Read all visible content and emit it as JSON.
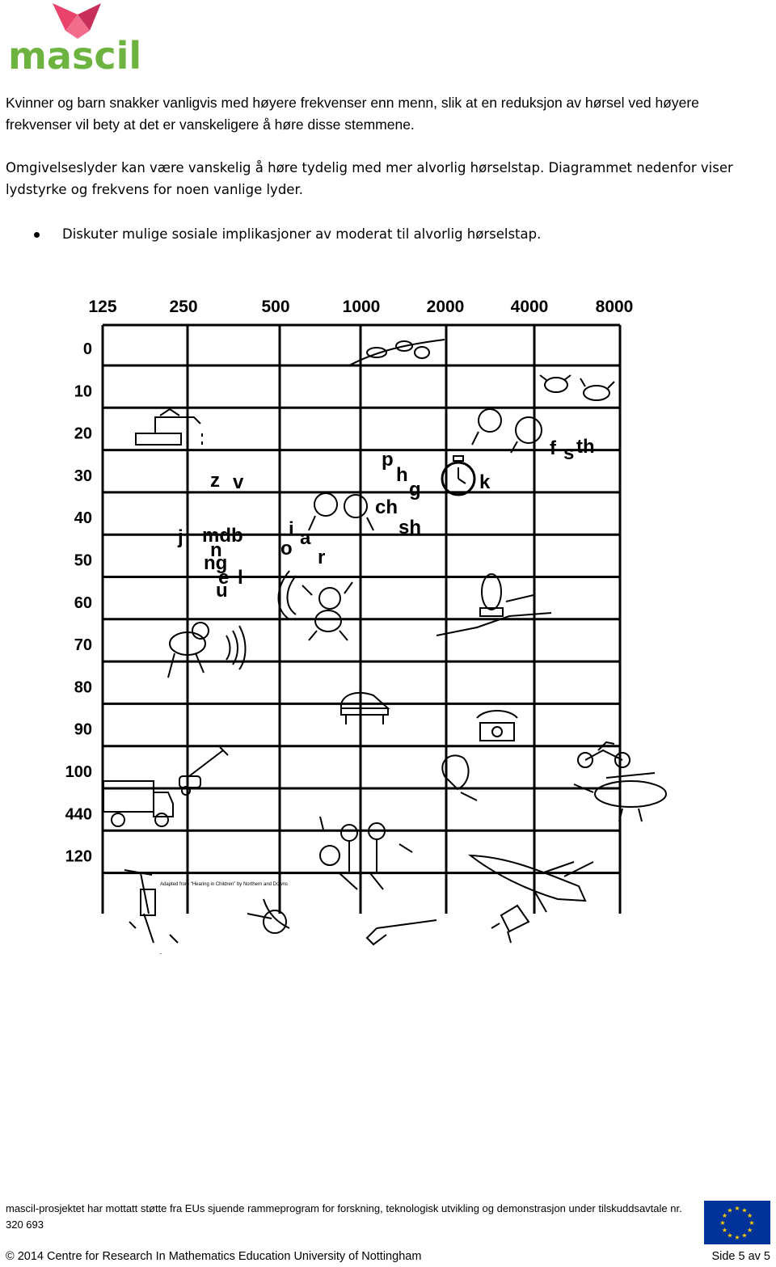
{
  "logo": {
    "text": "mascil",
    "brand_color": "#6cb33f",
    "mark_color": "#e9426b"
  },
  "intro": {
    "paragraph_1": "Kvinner og barn snakker vanligvis med høyere frekvenser enn menn, slik at en reduksjon av hørsel ved høyere frekvenser vil bety at det er vanskeligere å høre disse stemmene.",
    "paragraph_2": "Omgivelseslyder kan være vanskelig å høre tydelig med mer alvorlig hørselstap. Diagrammet nedenfor viser lydstyrke og frekvens for noen vanlige lyder.",
    "bullet": "Diskuter mulige sosiale implikasjoner av moderat til alvorlig hørselstap."
  },
  "chart_data": {
    "type": "table",
    "x_ticks": [
      "125",
      "250",
      "500",
      "1000",
      "2000",
      "4000",
      "8000"
    ],
    "y_ticks": [
      "0",
      "10",
      "20",
      "30",
      "40",
      "50",
      "60",
      "70",
      "80",
      "90",
      "100",
      "440",
      "120"
    ],
    "speech_sounds": [
      "z",
      "v",
      "j",
      "mdb",
      "n",
      "ng",
      "e",
      "l",
      "u",
      "i",
      "o",
      "a",
      "r",
      "p",
      "h",
      "g",
      "ch",
      "sh",
      "k",
      "f",
      "s",
      "th"
    ],
    "icons": [
      "leaves-icon",
      "birds-icon",
      "dripping-faucet-icon",
      "whispering-heads-icon",
      "talking-heads-icon",
      "clock-icon",
      "baby-icon",
      "lawn-icon",
      "dog-icon",
      "piano-icon",
      "telephone-icon",
      "motorcycle-icon",
      "truck-icon",
      "lawnmower-icon",
      "chainsaw-icon",
      "airplane-icon",
      "helicopter-icon",
      "band-icon",
      "jackhammer-icon",
      "firecracker-icon",
      "rifle-icon",
      "megaphone-icon"
    ],
    "credit": "Adapted from \"Hearing in Children\" by Northern and Downs",
    "grid": true
  },
  "footer": {
    "funding": "mascil-prosjektet har mottatt støtte fra EUs sjuende rammeprogram for forskning, teknologisk utvikling og demonstrasjon under tilskuddsavtale nr. 320 693",
    "copyright": "© 2014 Centre for Research In Mathematics Education University of Nottingham",
    "page": "Side 5 av 5",
    "eu_flag_color": "#003399",
    "eu_star_color": "#ffcc00"
  }
}
